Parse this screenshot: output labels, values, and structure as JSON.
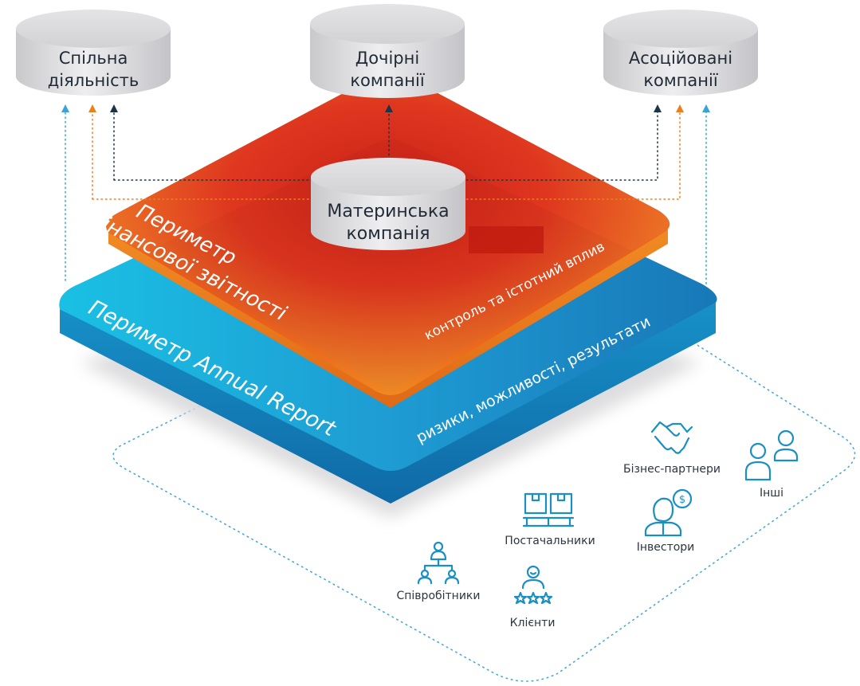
{
  "entities": {
    "joint": [
      "Спільна",
      "діяльність"
    ],
    "subsidiaries": [
      "Дочірні",
      "компанії"
    ],
    "associates": [
      "Асоційовані",
      "компанії"
    ],
    "parent": [
      "Материнська",
      "компанія"
    ]
  },
  "layers": {
    "financial": {
      "title_line1": "Периметр",
      "title_line2": "фінансової звітності",
      "subtitle": "контроль та істотний вплив"
    },
    "annual": {
      "title": "Периметр Annual Report",
      "subtitle": "ризики, можливості, результати"
    }
  },
  "stakeholders": {
    "partners": "Бізнес-партнери",
    "others": "Інші",
    "suppliers": "Постачальники",
    "investors": "Інвестори",
    "employees": "Співробітники",
    "clients": "Клієнти"
  },
  "colors": {
    "red": "#d6261a",
    "orange": "#ee7f1e",
    "blue": "#1e9ad0",
    "cyan": "#1ab6de",
    "grey_cylinder": "#dcdcde",
    "icon_blue": "#1a8fc4",
    "arrow_dark": "#1d3346",
    "arrow_orange": "#ee7f1e",
    "arrow_blue": "#3aa3d4"
  },
  "icons": [
    "handshake-icon",
    "people-icon",
    "boxes-icon",
    "investor-icon",
    "org-chart-icon",
    "client-rating-icon"
  ]
}
